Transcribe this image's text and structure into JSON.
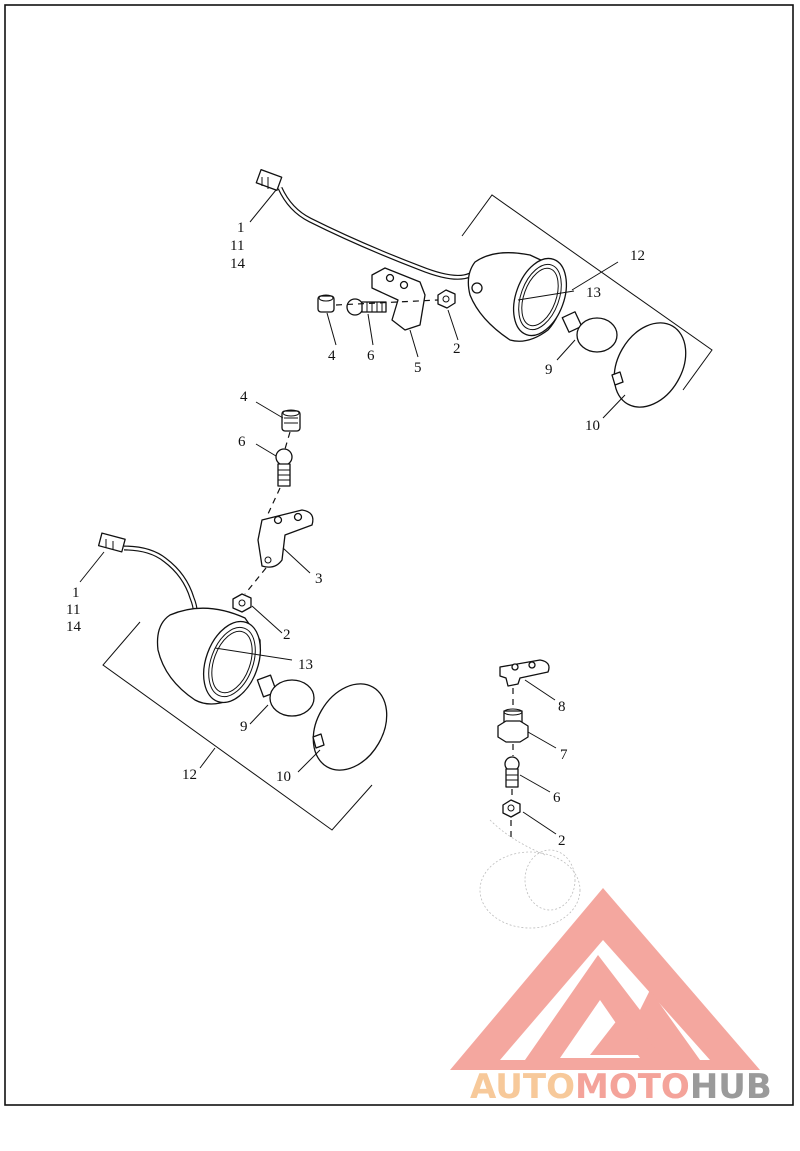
{
  "diagram": {
    "callouts": {
      "top_assembly": {
        "harness_1": "1",
        "harness_11": "11",
        "harness_14": "14",
        "lamp_housing": "12",
        "lens_ring": "13",
        "set_screw": "4",
        "stud": "6",
        "bracket": "5",
        "nut": "2",
        "bulb": "9",
        "lens": "10"
      },
      "middle_assembly": {
        "set_screw": "4",
        "stud": "6",
        "bracket": "3",
        "harness_1": "1",
        "harness_11": "11",
        "harness_14": "14",
        "nut": "2",
        "lens_ring": "13",
        "bulb": "9",
        "lamp_housing": "12",
        "lens": "10"
      },
      "right_assembly": {
        "bracket": "8",
        "spacer": "7",
        "stud": "6",
        "nut": "2"
      }
    },
    "colors": {
      "line": "#111111",
      "background": "#ffffff",
      "watermark_red": "#f4a39a",
      "watermark_orange": "#f7c99a",
      "watermark_gray": "#9a9a9a"
    }
  },
  "watermark": {
    "brand_part1": "AUTO",
    "brand_part2": "MOTO",
    "brand_part3": "HUB",
    "logo_icon": "triangle-m-logo-icon"
  }
}
